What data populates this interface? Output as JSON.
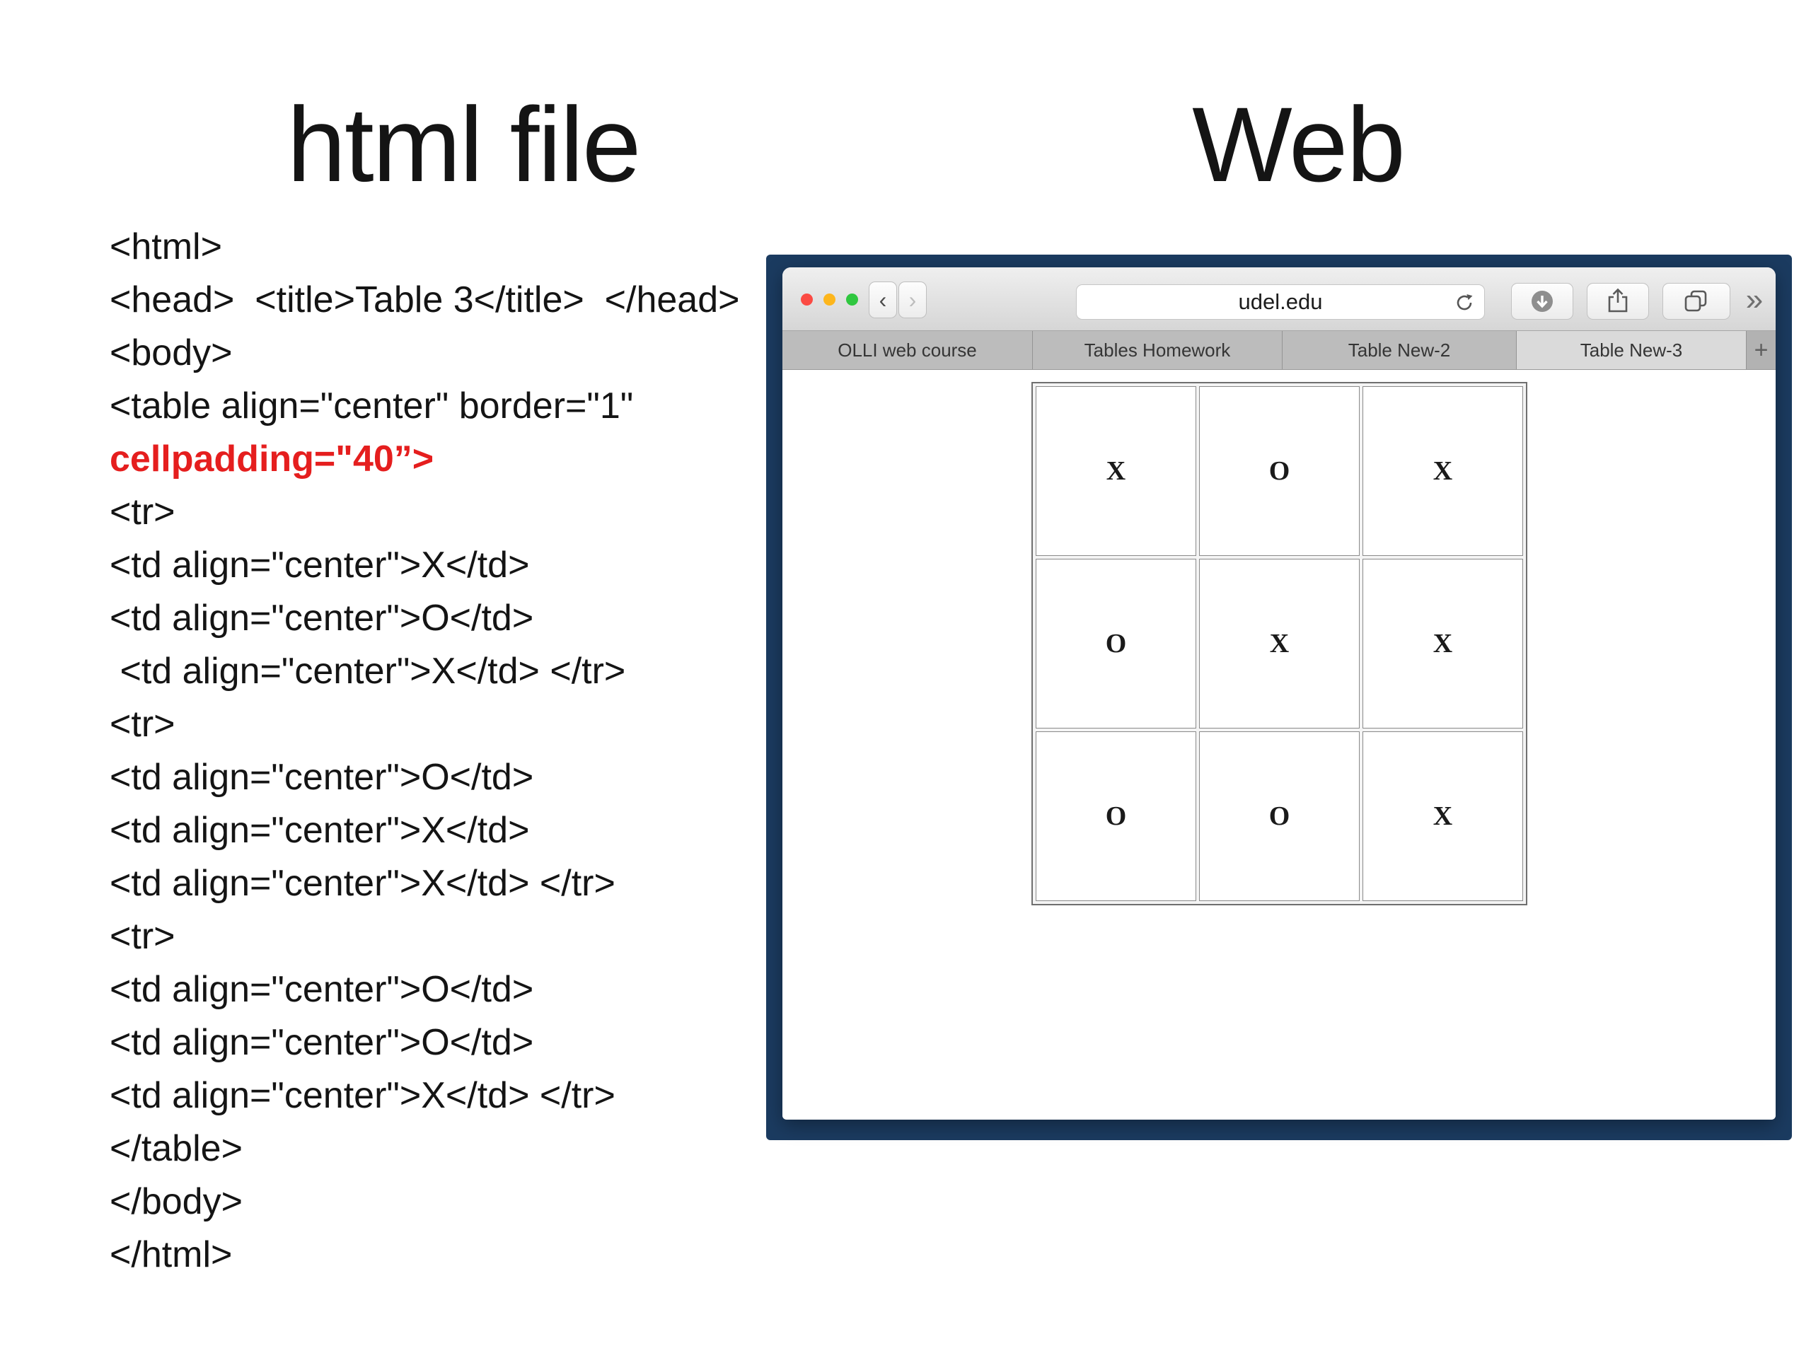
{
  "titles": {
    "left": "html file",
    "right": "Web"
  },
  "code": {
    "lines": [
      {
        "text": "<html>"
      },
      {
        "text": "<head>  <title>Table 3</title>  </head>"
      },
      {
        "text": "<body>"
      },
      {
        "text": "<table align=\"center\" border=\"1\""
      },
      {
        "text": "cellpadding=\"40”>",
        "highlight": true
      },
      {
        "text": "<tr>"
      },
      {
        "text": "<td align=\"center\">X</td>"
      },
      {
        "text": "<td align=\"center\">O</td>"
      },
      {
        "text": " <td align=\"center\">X</td> </tr>"
      },
      {
        "text": "<tr>"
      },
      {
        "text": "<td align=\"center\">O</td>"
      },
      {
        "text": "<td align=\"center\">X</td>"
      },
      {
        "text": "<td align=\"center\">X</td> </tr>"
      },
      {
        "text": "<tr>"
      },
      {
        "text": "<td align=\"center\">O</td>"
      },
      {
        "text": "<td align=\"center\">O</td>"
      },
      {
        "text": "<td align=\"center\">X</td> </tr>"
      },
      {
        "text": "</table>"
      },
      {
        "text": "</body>"
      },
      {
        "text": "</html>"
      }
    ]
  },
  "browser": {
    "address_bar": {
      "url": "udel.edu"
    },
    "window_controls": [
      "close",
      "minimize",
      "zoom"
    ],
    "icons": {
      "back_glyph": "‹",
      "forward_glyph": "›",
      "more_glyph": "»",
      "reload": "reload-circular-arrow",
      "download": "download-circle-arrow",
      "share": "share-box-up-arrow",
      "tab_overview": "overlapping-pages"
    },
    "tabs": [
      {
        "label": "OLLI web course",
        "active": false
      },
      {
        "label": "Tables Homework",
        "active": false
      },
      {
        "label": "Table New-2",
        "active": false
      },
      {
        "label": "Table New-3",
        "active": true
      }
    ],
    "new_tab_label": "+",
    "page_grid": {
      "rows": [
        [
          "X",
          "O",
          "X"
        ],
        [
          "O",
          "X",
          "X"
        ],
        [
          "O",
          "O",
          "X"
        ]
      ]
    }
  },
  "colors": {
    "frame_navy": "#1b3b60",
    "highlight_red": "#e51e1e",
    "traffic_red": "#fb4a43",
    "traffic_yellow": "#fdb61c",
    "traffic_green": "#2fc73f"
  }
}
